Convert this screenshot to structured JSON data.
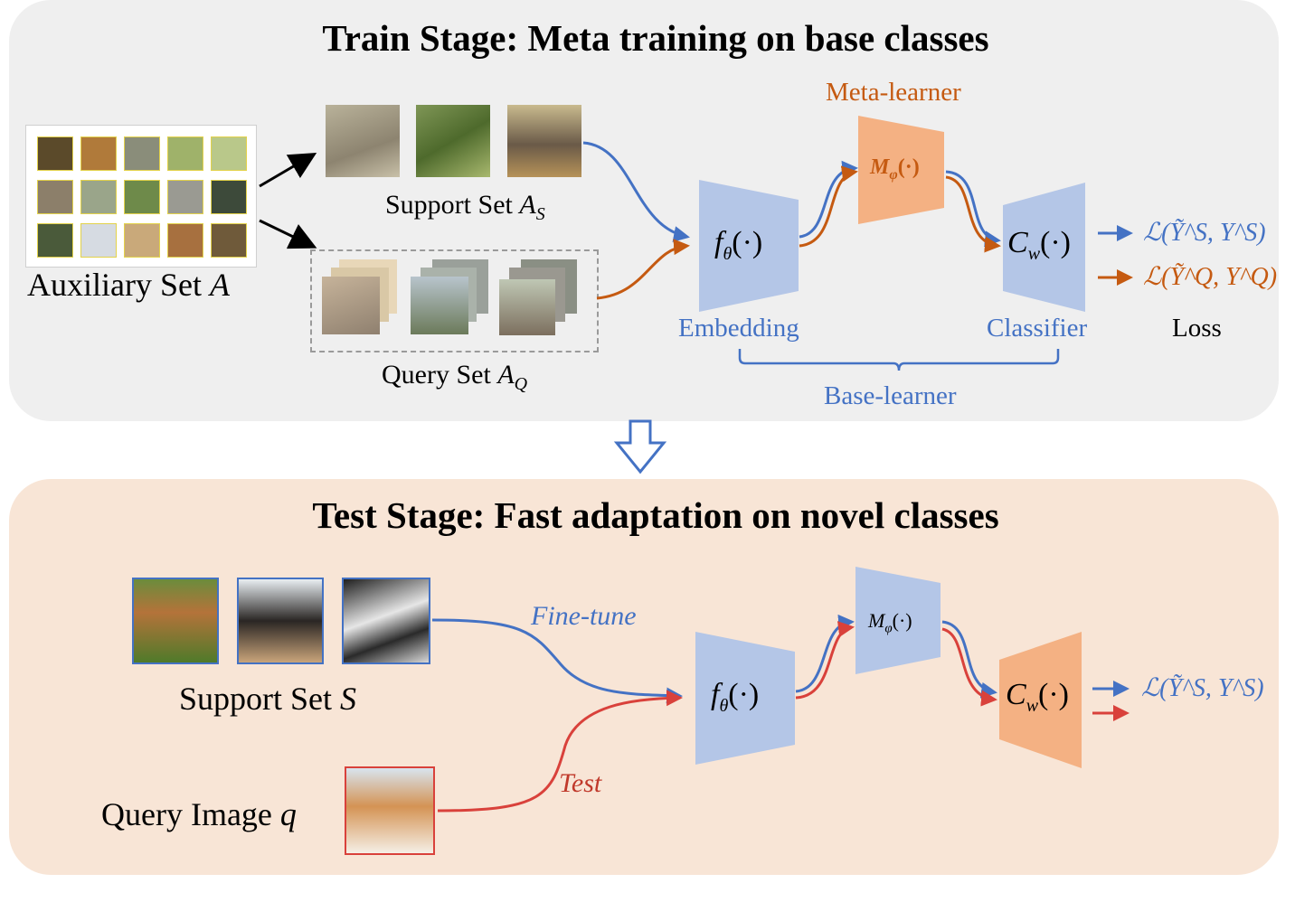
{
  "train": {
    "title": "Train Stage: Meta training on base classes",
    "auxiliary_label": "Auxiliary Set ",
    "auxiliary_var": "A",
    "support_label": "Support Set ",
    "support_var": "A",
    "support_sub": "S",
    "query_label": "Query Set ",
    "query_var": "A",
    "query_sub": "Q",
    "meta_learner": "Meta-learner",
    "meta_fn": "M",
    "meta_fn_sub": "φ",
    "meta_fn_arg": "(·)",
    "embed_fn": "f",
    "embed_fn_sub": "θ",
    "embed_fn_arg": "(·)",
    "classifier_fn": "C",
    "classifier_fn_sub": "w",
    "classifier_fn_arg": "(·)",
    "embedding_label": "Embedding",
    "classifier_label": "Classifier",
    "base_learner_label": "Base-learner",
    "loss_label": "Loss",
    "loss_support": "ℒ(Ỹ^S, Y^S)",
    "loss_query": "ℒ(Ỹ^Q, Y^Q)"
  },
  "test": {
    "title": "Test Stage: Fast adaptation on novel classes",
    "support_label": "Support Set ",
    "support_var": "S",
    "query_label": "Query Image ",
    "query_var": "q",
    "finetune_label": "Fine-tune",
    "test_label": "Test",
    "meta_fn": "M",
    "meta_fn_sub": "φ",
    "meta_fn_arg": "(·)",
    "embed_fn": "f",
    "embed_fn_sub": "θ",
    "embed_fn_arg": "(·)",
    "classifier_fn": "C",
    "classifier_fn_sub": "w",
    "classifier_fn_arg": "(·)",
    "loss_support": "ℒ(Ỹ^S, Y^S)"
  },
  "colors": {
    "blue": "#4472c4",
    "orange": "#c55a11",
    "red": "#d9413b",
    "blue_block": "#b4c6e7",
    "orange_block": "#f4b183",
    "train_bg": "#efefef",
    "test_bg": "#f8e5d6"
  }
}
